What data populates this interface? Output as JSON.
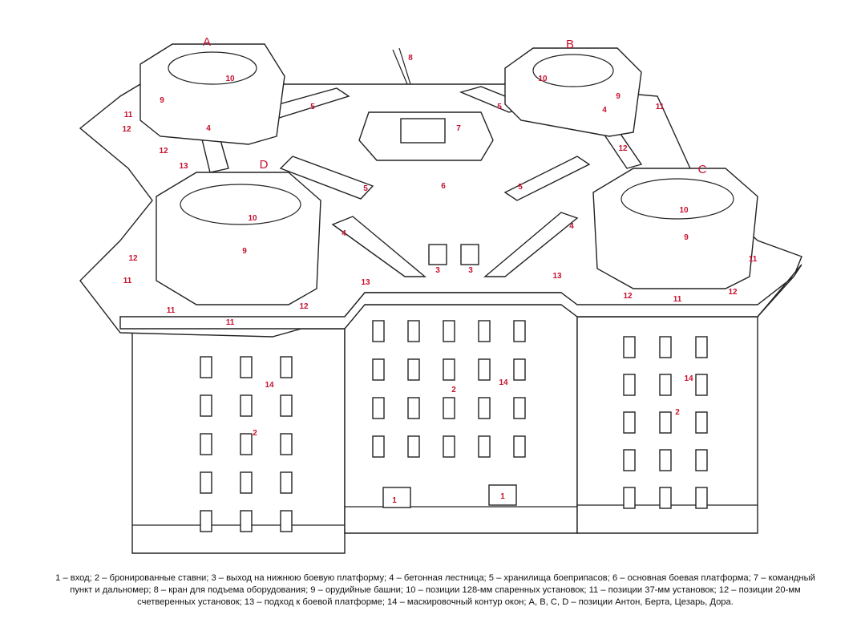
{
  "diagram": {
    "labels": [
      "A",
      "B",
      "C",
      "D",
      "8",
      "10",
      "10",
      "9",
      "9",
      "5",
      "5",
      "7",
      "11",
      "4",
      "4",
      "11",
      "12",
      "12",
      "13",
      "12",
      "6",
      "5",
      "5",
      "10",
      "10",
      "9",
      "9",
      "4",
      "4",
      "12",
      "11",
      "11",
      "3",
      "3",
      "13",
      "13",
      "12",
      "11",
      "12",
      "11",
      "12",
      "11",
      "14",
      "2",
      "2",
      "14",
      "14",
      "2",
      "1",
      "1"
    ],
    "caption": "1 – вход; 2 – бронированные ставни; 3 – выход на нижнюю боевую платформу; 4 – бетонная лестница; 5 – хранилища боеприпасов; 6 – основная боевая платформа; 7 – командный пункт и дальномер; 8 – кран для подъема оборудования; 9 – орудийные башни; 10 – позиции 128-мм спаренных установок; 11 – позиции 37-мм установок; 12 – позиции 20-мм счетверенных установок; 13 – подход к боевой платформе; 14 – маскировочный контур окон;  A, B, C, D – позиции Антон, Берта, Цезарь, Дора.",
    "label_color": "#c8102e"
  }
}
